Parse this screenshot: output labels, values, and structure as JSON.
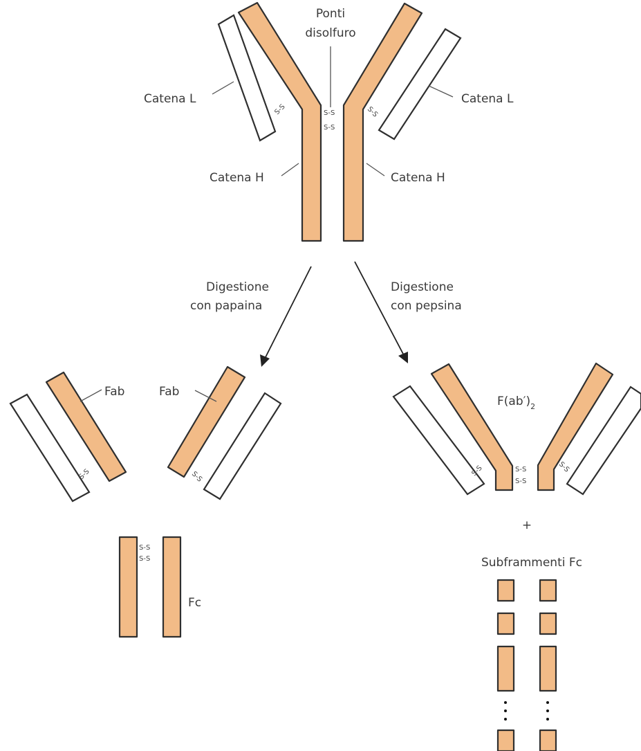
{
  "labels": {
    "ponti_line1": "Ponti",
    "ponti_line2": "disolfuro",
    "catena_l_left": "Catena L",
    "catena_l_right": "Catena L",
    "catena_h_left": "Catena H",
    "catena_h_right": "Catena H",
    "papaina_line1": "Digestione",
    "papaina_line2": "con papaina",
    "pepsina_line1": "Digestione",
    "pepsina_line2": "con pepsina",
    "fab_left": "Fab",
    "fab_right": "Fab",
    "fab2_main": "F(ab′)",
    "fab2_sub": "2",
    "fc": "Fc",
    "plus": "+",
    "subframmenti": "Subframmenti Fc",
    "disulfide": "S-S"
  },
  "colors": {
    "heavy_chain": "#f2bb87",
    "light_chain": "#ffffff",
    "outline": "#2f2f2f"
  }
}
